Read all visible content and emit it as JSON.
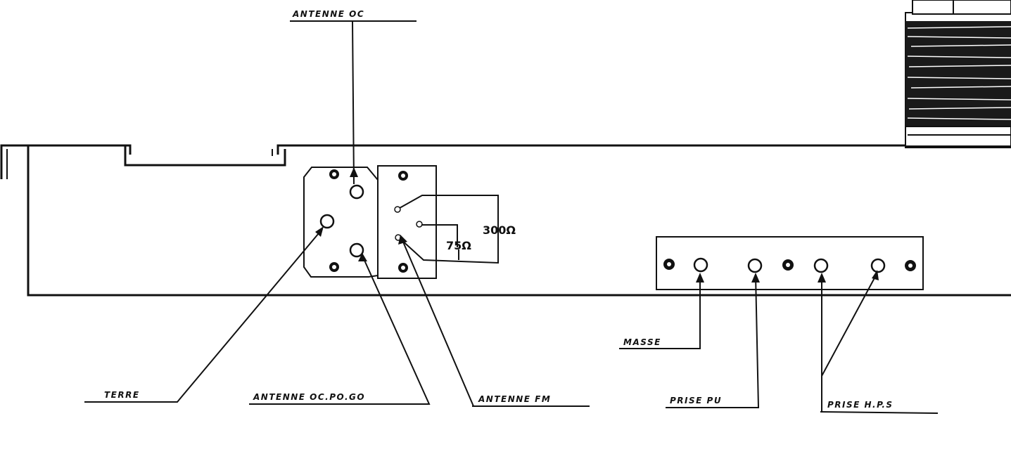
{
  "labels": {
    "antenne_oc": "ANTENNE OC",
    "terre": "TERRE",
    "antenne_oc_po_go": "ANTENNE OC.PO.GO",
    "antenne_fm": "ANTENNE FM",
    "masse": "MASSE",
    "prise_pu": "PRISE PU",
    "prise_hp": "PRISE H.P.S"
  },
  "impedances": {
    "high": "300Ω",
    "low": "75Ω"
  },
  "colors": {
    "ink": "#111111",
    "paper": "#ffffff"
  }
}
